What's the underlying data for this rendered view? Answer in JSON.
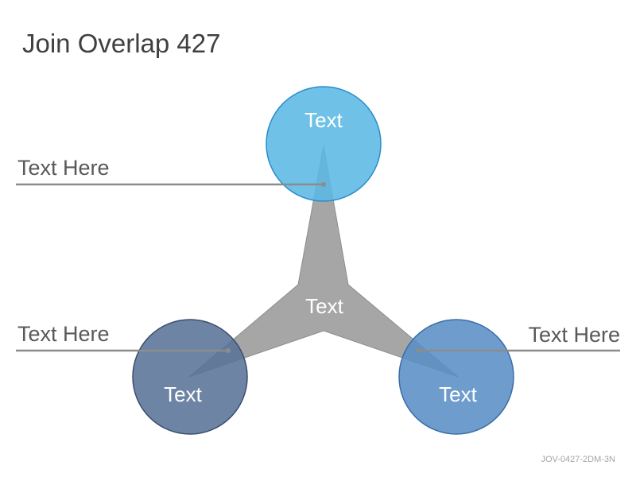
{
  "title": "Join Overlap 427",
  "footer_code": "JOV-0427-2DM-3N",
  "center_label": "Text",
  "circles": {
    "top": {
      "label": "Text",
      "color": "#5bb8e4"
    },
    "bottom_left": {
      "label": "Text",
      "color": "#5a7398"
    },
    "bottom_right": {
      "label": "Text",
      "color": "#5a8ec6"
    }
  },
  "callouts": {
    "top_left": "Text Here",
    "bottom_left": "Text Here",
    "bottom_right": "Text Here"
  },
  "colors": {
    "star_fill": "#a6a6a6",
    "star_stroke": "#8c8c8c",
    "callout_line": "#8c8c8c",
    "title_text": "#404040"
  }
}
